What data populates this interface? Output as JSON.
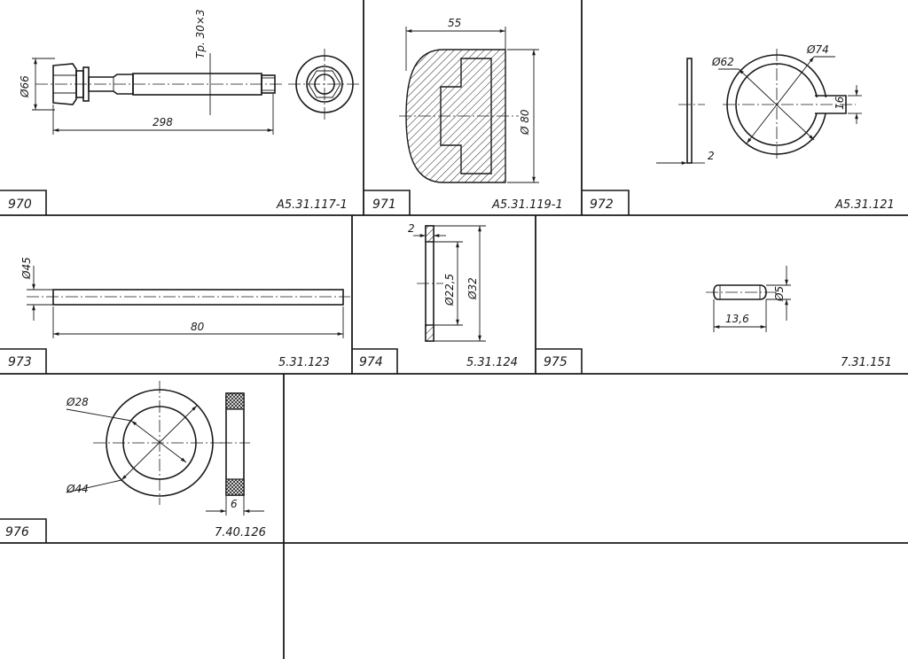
{
  "parts": [
    {
      "number": "970",
      "code": "A5.31.117-1",
      "dims": {
        "dia": "Ø66",
        "length": "298",
        "thread": "Тр. 30×3"
      }
    },
    {
      "number": "971",
      "code": "A5.31.119-1",
      "dims": {
        "length": "55",
        "dia": "Ø 80"
      }
    },
    {
      "number": "972",
      "code": "A5.31.121",
      "dims": {
        "inner": "Ø62",
        "outer": "Ø74",
        "width": "16",
        "thickness": "2"
      }
    },
    {
      "number": "973",
      "code": "5.31.123",
      "dims": {
        "dia": "Ø45",
        "length": "80"
      }
    },
    {
      "number": "974",
      "code": "5.31.124",
      "dims": {
        "thickness": "2",
        "inner": "Ø22,5",
        "outer": "Ø32"
      }
    },
    {
      "number": "975",
      "code": "7.31.151",
      "dims": {
        "dia": "Ø5",
        "length": "13,6"
      }
    },
    {
      "number": "976",
      "code": "7.40.126",
      "dims": {
        "inner": "Ø28",
        "outer": "Ø44",
        "thickness": "6"
      }
    }
  ]
}
